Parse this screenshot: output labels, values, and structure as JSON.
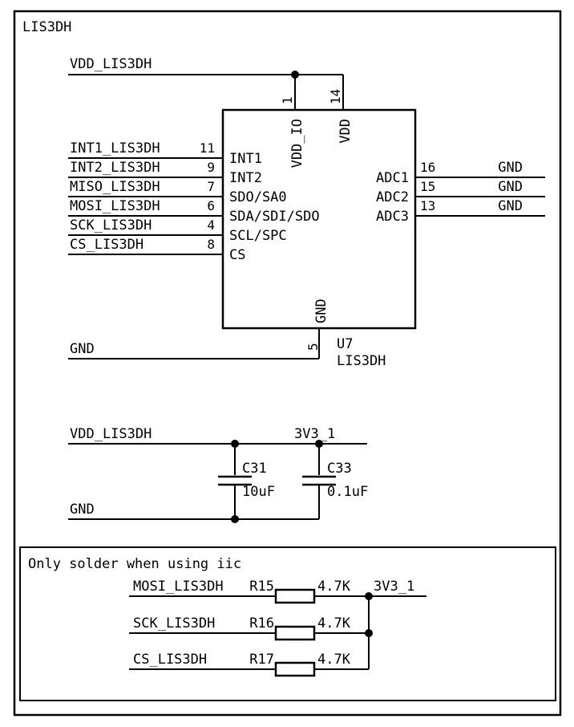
{
  "title": "LIS3DH",
  "colors": {
    "ink": "#000000",
    "background": "#ffffff"
  },
  "ic": {
    "refdes": "U7",
    "part": "LIS3DH",
    "top_net": "VDD_LIS3DH",
    "top_pins": [
      {
        "number": "1",
        "name": "VDD_IO"
      },
      {
        "number": "14",
        "name": "VDD"
      }
    ],
    "left_pins": [
      {
        "net": "INT1_LIS3DH",
        "number": "11",
        "name": "INT1"
      },
      {
        "net": "INT2_LIS3DH",
        "number": "9",
        "name": "INT2"
      },
      {
        "net": "MISO_LIS3DH",
        "number": "7",
        "name": "SDO/SA0"
      },
      {
        "net": "MOSI_LIS3DH",
        "number": "6",
        "name": "SDA/SDI/SDO"
      },
      {
        "net": "SCK_LIS3DH",
        "number": "4",
        "name": "SCL/SPC"
      },
      {
        "net": "CS_LIS3DH",
        "number": "8",
        "name": "CS"
      }
    ],
    "right_pins": [
      {
        "name": "ADC1",
        "number": "16",
        "net": "GND"
      },
      {
        "name": "ADC2",
        "number": "15",
        "net": "GND"
      },
      {
        "name": "ADC3",
        "number": "13",
        "net": "GND"
      }
    ],
    "bottom_pin": {
      "number": "5",
      "name": "GND",
      "net": "GND"
    }
  },
  "decoupling": {
    "vdd_net": "VDD_LIS3DH",
    "rail_net": "3V3_1",
    "gnd_net": "GND",
    "caps": [
      {
        "refdes": "C31",
        "value": "10uF"
      },
      {
        "refdes": "C33",
        "value": "0.1uF"
      }
    ]
  },
  "iic_note": {
    "title": "Only solder when using iic",
    "rail_net": "3V3_1",
    "resistors": [
      {
        "net": "MOSI_LIS3DH",
        "refdes": "R15",
        "value": "4.7K"
      },
      {
        "net": "SCK_LIS3DH",
        "refdes": "R16",
        "value": "4.7K"
      },
      {
        "net": "CS_LIS3DH",
        "refdes": "R17",
        "value": "4.7K"
      }
    ]
  }
}
